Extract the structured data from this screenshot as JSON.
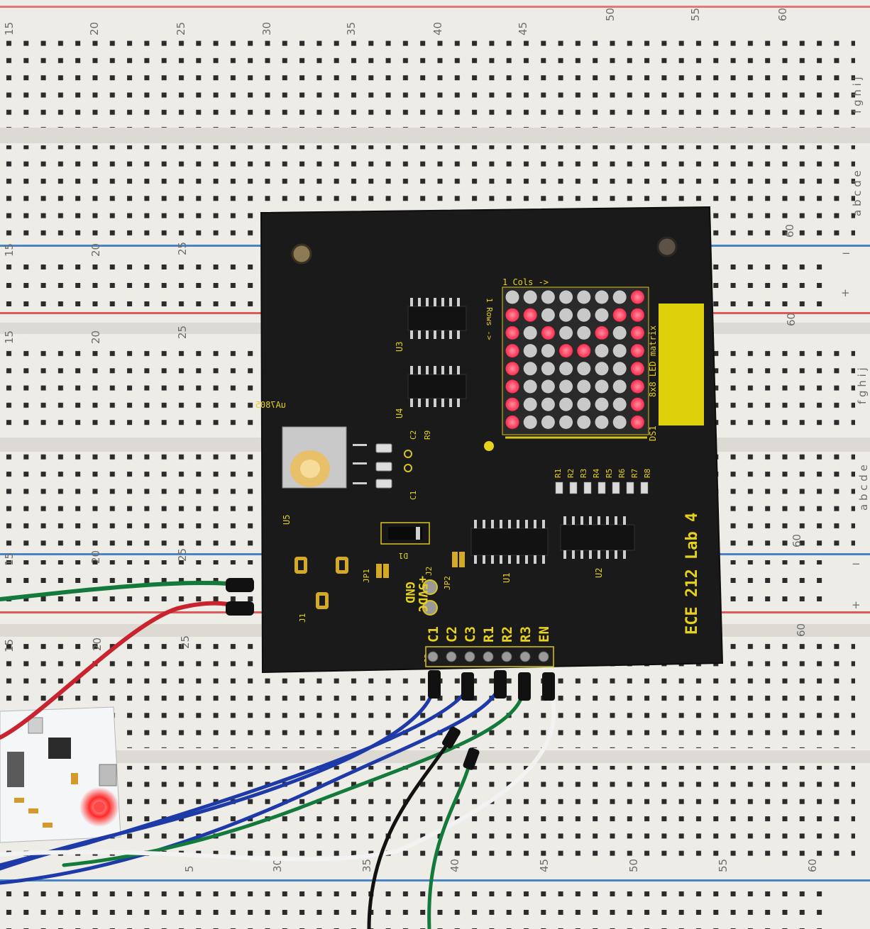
{
  "breadboard": {
    "row_number_labels": [
      {
        "rail": "top",
        "numbers": [
          "15",
          "20",
          "25",
          "30",
          "35",
          "40",
          "45",
          "50",
          "55",
          "60"
        ]
      },
      {
        "rail": "upper-middle",
        "numbers": [
          "15",
          "20",
          "25",
          "60"
        ]
      },
      {
        "rail": "middle",
        "numbers": [
          "15",
          "20",
          "25",
          "60"
        ]
      },
      {
        "rail": "lower-middle",
        "numbers": [
          "15",
          "20",
          "25",
          "60"
        ]
      },
      {
        "rail": "lower",
        "numbers": [
          "15",
          "20",
          "25",
          "60"
        ]
      },
      {
        "rail": "bottom",
        "numbers": [
          "5",
          "30",
          "35",
          "40",
          "45",
          "50",
          "55",
          "60"
        ]
      }
    ],
    "column_letters_upper": "f g h i j",
    "column_letters_mid": "a b c d e",
    "power_minus": "−",
    "power_plus": "+"
  },
  "pcb": {
    "title": "ECE 212 Lab 4",
    "led_matrix_label": "8x8 LED matrix",
    "ds_label": "DS1",
    "cols_label": "1 Cols ->",
    "rows_label": "1 Rows ->",
    "regulator_label": "uA7805",
    "component_labels": {
      "u1": "U1",
      "u2": "U2",
      "u3": "U3",
      "u4": "U4",
      "u5": "U5",
      "d1": "D1",
      "j1": "J1",
      "j2": "J2",
      "j3": "J3",
      "jp1": "JP1",
      "jp2": "JP2",
      "c1": "C1",
      "c2": "C2",
      "r9": "R9"
    },
    "resistor_labels": [
      "R1",
      "R2",
      "R3",
      "R4",
      "R5",
      "R6",
      "R7",
      "R8"
    ],
    "power_labels": {
      "gnd": "GND",
      "vdc": "+5VDC"
    },
    "header_pins": [
      "C1",
      "C2",
      "C3",
      "R1",
      "R2",
      "R3",
      "EN"
    ]
  },
  "led_matrix": {
    "on_color": "#ff3d5c",
    "off_color": "#c9c9c9",
    "rows": [
      [
        0,
        0,
        0,
        0,
        0,
        0,
        0,
        1
      ],
      [
        1,
        1,
        0,
        0,
        0,
        0,
        1,
        1
      ],
      [
        1,
        0,
        1,
        0,
        0,
        1,
        0,
        1
      ],
      [
        1,
        0,
        0,
        1,
        1,
        0,
        0,
        1
      ],
      [
        1,
        0,
        0,
        0,
        0,
        0,
        0,
        1
      ],
      [
        1,
        0,
        0,
        0,
        0,
        0,
        0,
        1
      ],
      [
        1,
        0,
        0,
        0,
        0,
        0,
        0,
        1
      ],
      [
        1,
        0,
        0,
        0,
        0,
        0,
        0,
        1
      ]
    ]
  },
  "wire_colors": {
    "blue": "#1d3aa8",
    "green": "#137a3b",
    "red": "#c9232f",
    "white": "#f2f2f2",
    "black": "#121212"
  },
  "mcu_board": {
    "status_led_color": "#ff2a2a"
  }
}
